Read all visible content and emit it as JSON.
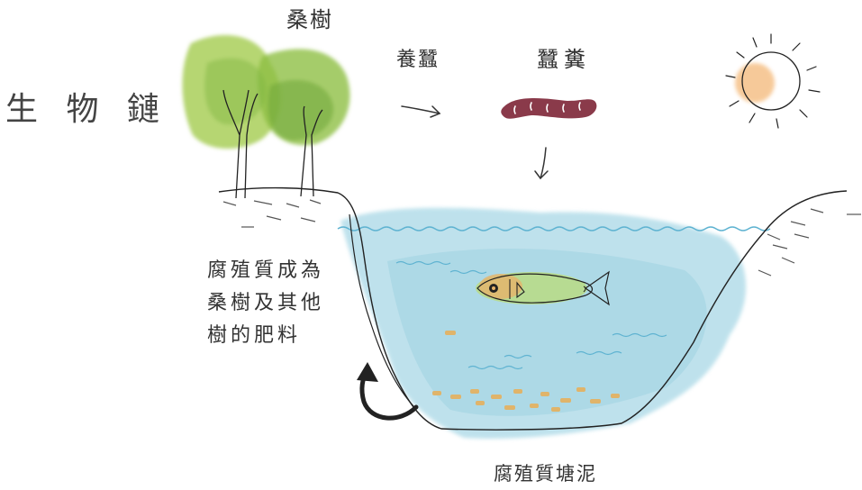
{
  "title": "生 物 鏈",
  "labels": {
    "mulberry": "桑樹",
    "feed_silkworm": "養蠶",
    "silkworm_manure": "蠶糞",
    "pond_sludge": "腐殖質塘泥"
  },
  "note_lines": [
    "腐殖質成為",
    "桑樹及其他",
    "樹的肥料"
  ],
  "colors": {
    "leaf_green": "#9bc64a",
    "water_blue": "#a9d8e6",
    "silkworm": "#8a3a4a",
    "sun_orange": "#f6c48e",
    "fish_green": "#b9da82",
    "line": "#222222"
  },
  "icons": [
    "mulberry-tree-icon",
    "silkworm-icon",
    "sun-icon",
    "fish-icon",
    "cycle-arrow-icon"
  ]
}
